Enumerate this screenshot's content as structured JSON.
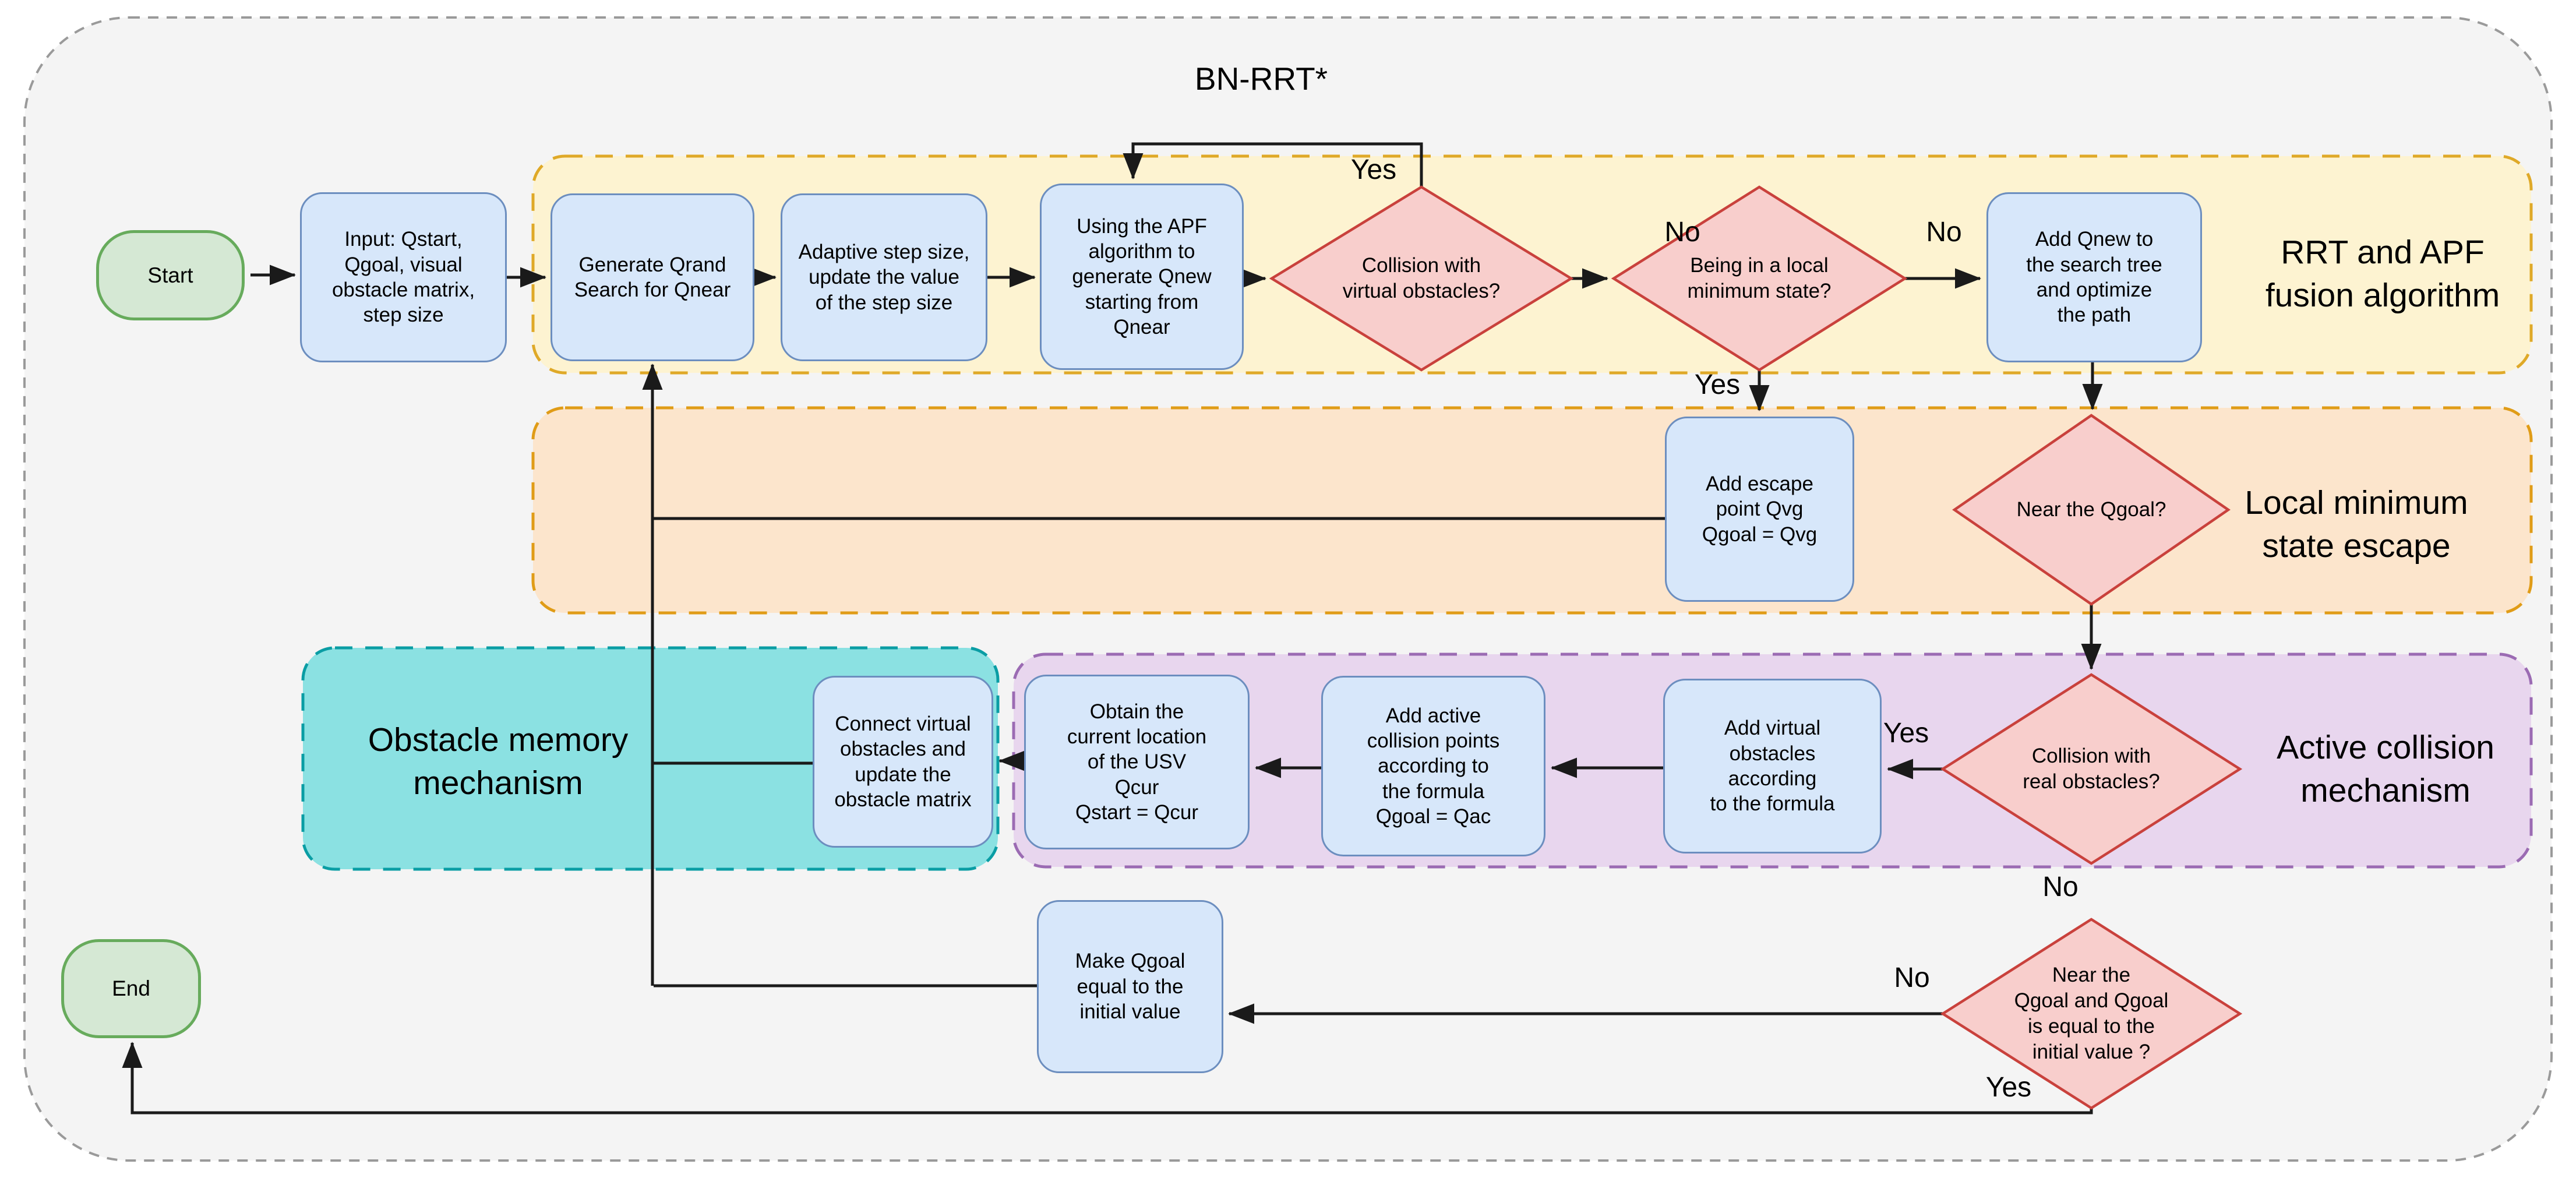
{
  "title": "BN-RRT*",
  "regions": {
    "fusion": {
      "label": "RRT and APF\nfusion algorithm"
    },
    "local_min": {
      "label": "Local minimum\nstate escape"
    },
    "active_collision": {
      "label": "Active collision\nmechanism"
    },
    "obstacle_memory": {
      "label": "Obstacle memory\nmechanism"
    }
  },
  "nodes": {
    "start": {
      "label": "Start"
    },
    "end": {
      "label": "End"
    },
    "input": {
      "label": "Input: Qstart,\nQgoal, visual\nobstacle matrix,\nstep size"
    },
    "generate_qrand": {
      "label": "Generate Qrand\nSearch for Qnear"
    },
    "adaptive_step": {
      "label": "Adaptive step size,\nupdate the value\nof the step size"
    },
    "apf_generate": {
      "label": "Using the APF\nalgorithm to\ngenerate Qnew\nstarting from\nQnear"
    },
    "add_qnew": {
      "label": "Add Qnew to\nthe search tree\nand optimize\nthe path"
    },
    "add_escape": {
      "label": "Add escape\npoint Qvg\nQgoal = Qvg"
    },
    "connect_virtual": {
      "label": "Connect virtual\nobstacles and\nupdate the\nobstacle matrix"
    },
    "obtain_location": {
      "label": "Obtain the\ncurrent location\nof the USV\nQcur\nQstart = Qcur"
    },
    "add_active": {
      "label": "Add active\ncollision points\naccording to\nthe formula\nQgoal = Qac"
    },
    "add_virtual": {
      "label": "Add virtual\nobstacles\naccording\nto the formula"
    },
    "make_qgoal": {
      "label": "Make Qgoal\nequal to the\ninitial value"
    },
    "collision_virtual": {
      "label": "Collision with\nvirtual obstacles?"
    },
    "local_minimum": {
      "label": "Being in a local\nminimum state?"
    },
    "near_qgoal": {
      "label": "Near the Qgoal?"
    },
    "collision_real": {
      "label": "Collision with\nreal obstacles?"
    },
    "near_qgoal_initial": {
      "label": "Near the\nQgoal and Qgoal\nis equal to the\ninitial value ?"
    }
  },
  "edge_labels": {
    "loop_yes": "Yes",
    "virtual_no": "No",
    "localmin_no": "No",
    "localmin_yes": "Yes",
    "real_yes": "Yes",
    "real_no": "No",
    "final_no": "No",
    "final_yes": "Yes"
  },
  "colors": {
    "process_fill": "#d7e7fa",
    "process_border": "#6c8ebf",
    "decision_fill": "#f8cecc",
    "decision_border": "#c9413c",
    "terminal_fill": "#d5e8d4",
    "terminal_border": "#67ab5c",
    "fusion_fill": "#fdf3d1",
    "fusion_border": "#dfa928",
    "local_min_fill": "#fce5cc",
    "local_min_border": "#e09c17",
    "active_fill": "#e8d6ee",
    "active_border": "#9b6bb3",
    "memory_fill": "#8be1e2",
    "memory_border": "#0a9da4",
    "container_fill": "#f4f4f4",
    "container_border": "#9a9a9a",
    "connector": "#1a1a1a"
  }
}
